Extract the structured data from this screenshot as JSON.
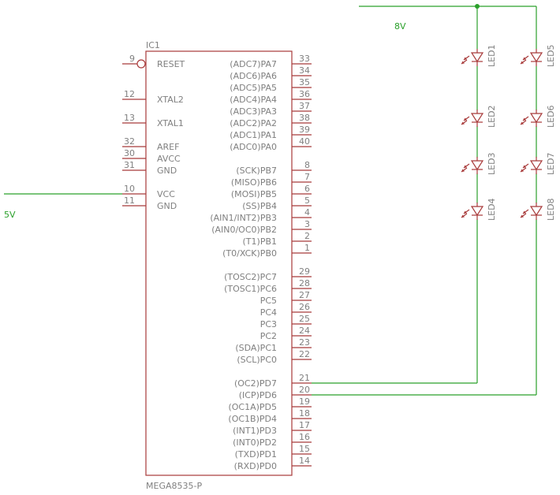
{
  "chip": {
    "ref": "IC1",
    "value": "MEGA8535-P",
    "left_pins": [
      {
        "num": "9",
        "label": "RESET",
        "inverted": true
      },
      {
        "num": "12",
        "label": "XTAL2"
      },
      {
        "num": "13",
        "label": "XTAL1"
      },
      {
        "num": "32",
        "label": "AREF"
      },
      {
        "num": "30",
        "label": "AVCC"
      },
      {
        "num": "31",
        "label": "GND"
      },
      {
        "num": "10",
        "label": "VCC"
      },
      {
        "num": "11",
        "label": "GND"
      }
    ],
    "right_pins": [
      {
        "num": "33",
        "label": "(ADC7)PA7"
      },
      {
        "num": "34",
        "label": "(ADC6)PA6"
      },
      {
        "num": "35",
        "label": "(ADC5)PA5"
      },
      {
        "num": "36",
        "label": "(ADC4)PA4"
      },
      {
        "num": "37",
        "label": "(ADC3)PA3"
      },
      {
        "num": "38",
        "label": "(ADC2)PA2"
      },
      {
        "num": "39",
        "label": "(ADC1)PA1"
      },
      {
        "num": "40",
        "label": "(ADC0)PA0"
      },
      {
        "num": "8",
        "label": "(SCK)PB7"
      },
      {
        "num": "7",
        "label": "(MISO)PB6"
      },
      {
        "num": "6",
        "label": "(MOSI)PB5"
      },
      {
        "num": "5",
        "label": "(SS)PB4"
      },
      {
        "num": "4",
        "label": "(AIN1/INT2)PB3"
      },
      {
        "num": "3",
        "label": "(AIN0/OC0)PB2"
      },
      {
        "num": "2",
        "label": "(T1)PB1"
      },
      {
        "num": "1",
        "label": "(T0/XCK)PB0"
      },
      {
        "num": "29",
        "label": "(TOSC2)PC7"
      },
      {
        "num": "28",
        "label": "(TOSC1)PC6"
      },
      {
        "num": "27",
        "label": "PC5"
      },
      {
        "num": "26",
        "label": "PC4"
      },
      {
        "num": "25",
        "label": "PC3"
      },
      {
        "num": "24",
        "label": "PC2"
      },
      {
        "num": "23",
        "label": "(SDA)PC1"
      },
      {
        "num": "22",
        "label": "(SCL)PC0"
      },
      {
        "num": "21",
        "label": "(OC2)PD7"
      },
      {
        "num": "20",
        "label": "(ICP)PD6"
      },
      {
        "num": "19",
        "label": "(OC1A)PD5"
      },
      {
        "num": "18",
        "label": "(OC1B)PD4"
      },
      {
        "num": "17",
        "label": "(INT1)PD3"
      },
      {
        "num": "16",
        "label": "(INT0)PD2"
      },
      {
        "num": "15",
        "label": "(TXD)PD1"
      },
      {
        "num": "14",
        "label": "(RXD)PD0"
      }
    ]
  },
  "nets": {
    "vcc_label": "5V",
    "led_supply_label": "8V"
  },
  "leds": [
    "LED1",
    "LED2",
    "LED3",
    "LED4",
    "LED5",
    "LED6",
    "LED7",
    "LED8"
  ],
  "colors": {
    "part": "#a83a3a",
    "wire": "#2aa02a",
    "text": "#808080"
  }
}
